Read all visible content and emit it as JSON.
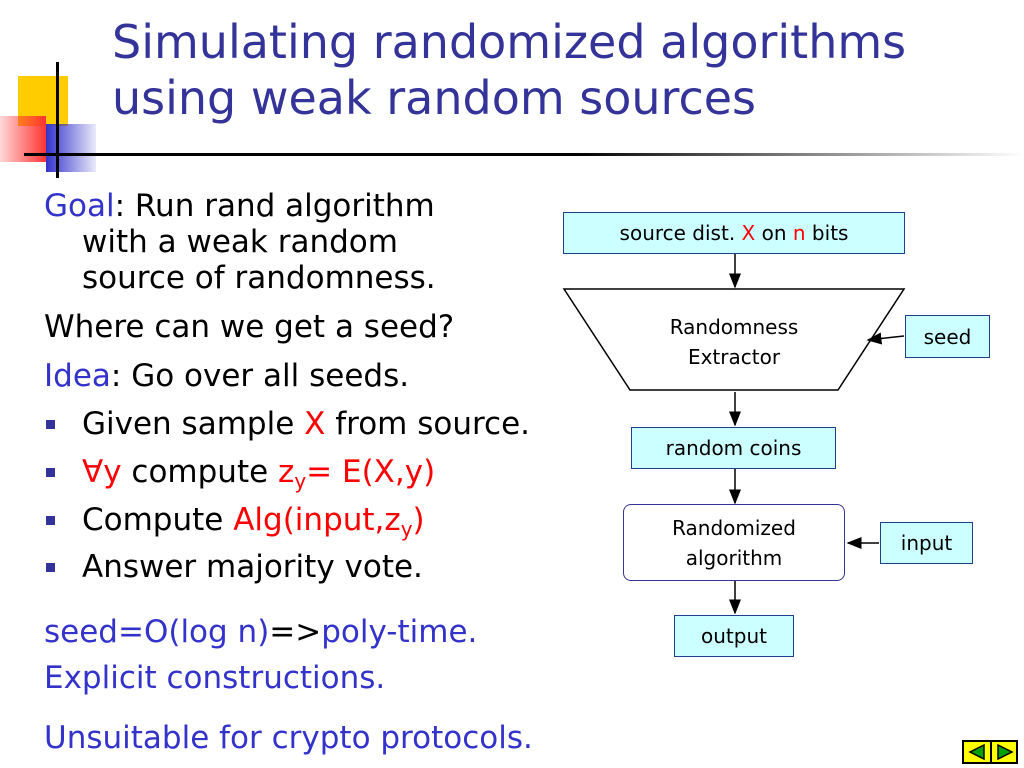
{
  "title": {
    "line1": "Simulating randomized algorithms",
    "line2": "using weak random sources"
  },
  "body": {
    "goal_label": "Goal",
    "goal_rest": ": Run rand algorithm",
    "goal_cont1": "with a weak random",
    "goal_cont2": "source of randomness.",
    "seed_question": "Where can we get a seed?",
    "idea_label": "Idea",
    "idea_rest": ": Go over all seeds.",
    "bullets": [
      {
        "pre": "Given sample ",
        "red": "X",
        "post": " from source."
      },
      {
        "forall": "∀y",
        "mid": " compute ",
        "z": "z",
        "sub": "y",
        "eq": "= E(X,y)"
      },
      {
        "pre": "Compute ",
        "alg": "Alg(input,z",
        "sub": "y",
        "close": ")"
      },
      {
        "text": "Answer majority vote."
      }
    ],
    "seed_line_a": "seed=O(log n)",
    "seed_line_arrow": "=>",
    "seed_line_b": "poly-time.",
    "explicit": "Explicit constructions.",
    "unsuitable": "Unsuitable for crypto protocols."
  },
  "diagram": {
    "source_pre": "source dist. ",
    "source_x": "X",
    "source_on": " on ",
    "source_n": "n",
    "source_post": " bits",
    "extractor_line1": "Randomness",
    "extractor_line2": "Extractor",
    "seed": "seed",
    "random_coins": "random coins",
    "alg_line1": "Randomized",
    "alg_line2": "algorithm",
    "input": "input",
    "output": "output"
  },
  "colors": {
    "title": "#333399",
    "highlight_blue": "#3333cc",
    "highlight_red": "#ff0000",
    "box_fill": "#ccffff",
    "nav": "#ffff00"
  }
}
